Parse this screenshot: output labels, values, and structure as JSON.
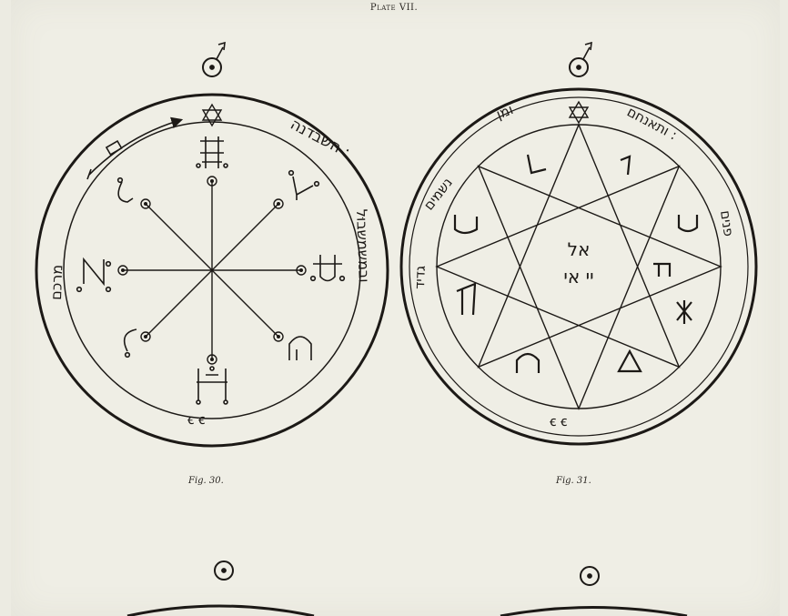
{
  "plate": {
    "title": "Plate VII."
  },
  "figures": [
    {
      "caption": "Fig. 30.",
      "rim_text": {
        "top": "השבדנה :",
        "right": "ובמשמשבוּל",
        "bottom": "ꞓ ꞓ",
        "left": "מרכם"
      }
    },
    {
      "caption": "Fig. 31.",
      "center_text": {
        "line1": "אל",
        "line2": "יי אי"
      },
      "rim_text": {
        "top_left": "נשמים",
        "top": "ומן",
        "top_right": "ותאנחם :",
        "right": "פנים",
        "left": "גדיד",
        "bottom": "ꞓ ꞓ"
      }
    }
  ],
  "colors": {
    "ink": "#1c1916",
    "paper": "#efeee5"
  }
}
